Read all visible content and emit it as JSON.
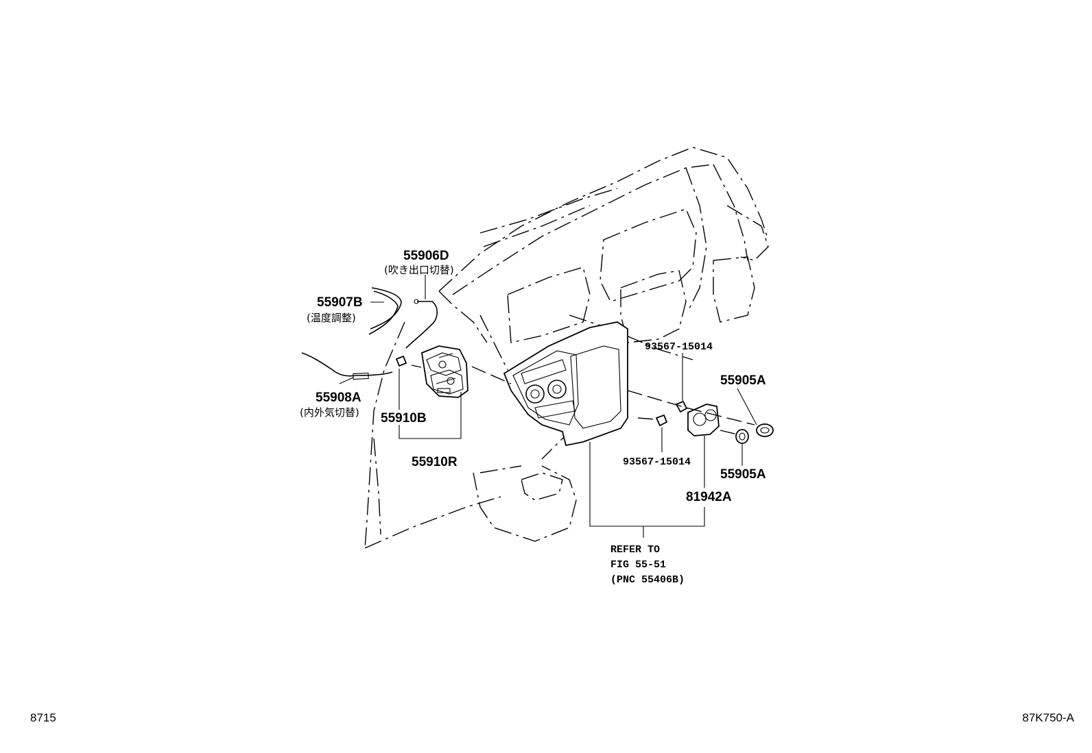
{
  "labels": {
    "p55906D": "55906D",
    "p55906D_note": "(吹き出口切替)",
    "p55907B": "55907B",
    "p55907B_note": "(温度調整)",
    "p55908A": "55908A",
    "p55908A_note": "(内外気切替)",
    "p55910B": "55910B",
    "p55910R": "55910R",
    "p93567_upper": "93567-15014",
    "p93567_lower": "93567-15014",
    "p55905A_upper": "55905A",
    "p55905A_lower": "55905A",
    "p81942A": "81942A",
    "refer_line1": "REFER TO",
    "refer_line2": "FIG 55-51",
    "refer_line3": "(PNC 55406B)"
  },
  "footer": {
    "left_code": "8715",
    "right_code": "87K750-A"
  }
}
